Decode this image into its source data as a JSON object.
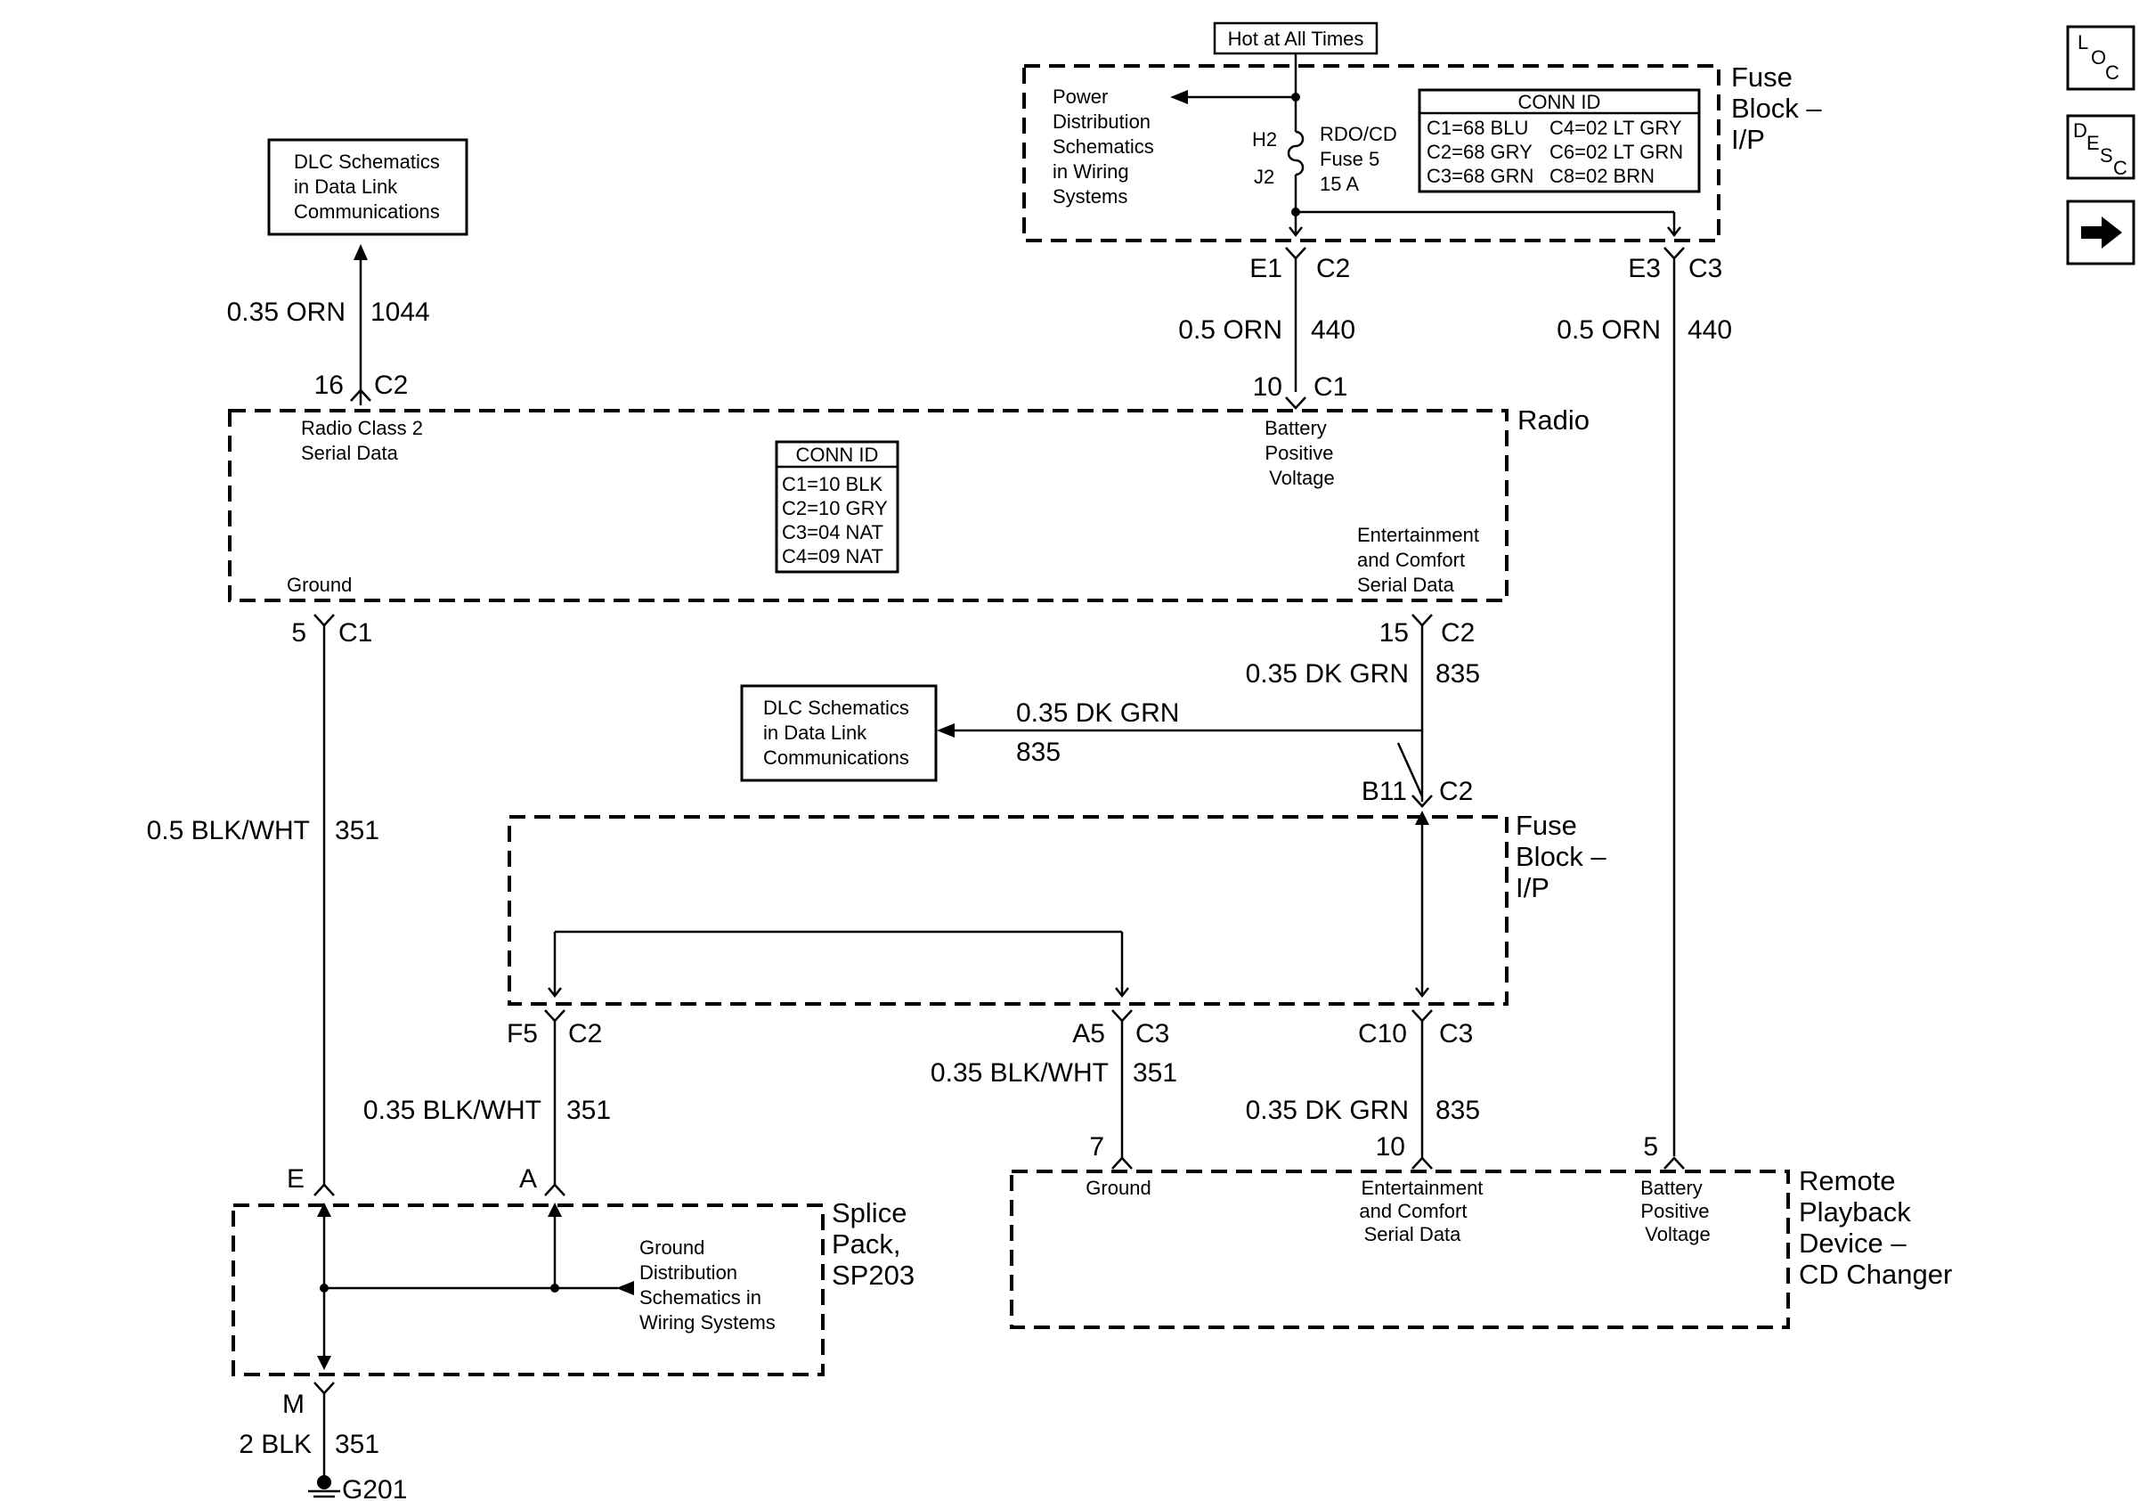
{
  "top_label": "Hot at All Times",
  "fuse_block_top": {
    "name_lines": [
      "Fuse",
      "Block –",
      "I/P"
    ],
    "power_dist_lines": [
      "Power",
      "Distribution",
      "Schematics",
      "in Wiring",
      "Systems"
    ],
    "fuse_pin_top": "H2",
    "fuse_pin_bottom": "J2",
    "fuse_name_lines": [
      "RDO/CD",
      "Fuse 5",
      "15 A"
    ],
    "conn_id_title": "CONN ID",
    "conn_id_rows": [
      [
        "C1=68 BLU",
        "C4=02 LT GRY"
      ],
      [
        "C2=68 GRY",
        "C6=02 LT GRN"
      ],
      [
        "C3=68 GRN",
        "C8=02 BRN"
      ]
    ],
    "out_pin_1": "E1",
    "out_conn_1": "C2",
    "out_pin_2": "E3",
    "out_conn_2": "C3"
  },
  "dlc_top": {
    "lines": [
      "DLC Schematics",
      "in Data Link",
      "Communications"
    ]
  },
  "dlc_mid": {
    "lines": [
      "DLC Schematics",
      "in Data Link",
      "Communications"
    ]
  },
  "wires": {
    "w1044": {
      "gauge": "0.35 ORN",
      "circuit": "1044"
    },
    "w440a": {
      "gauge": "0.5 ORN",
      "circuit": "440"
    },
    "w440b": {
      "gauge": "0.5 ORN",
      "circuit": "440"
    },
    "w351a": {
      "gauge": "0.5 BLK/WHT",
      "circuit": "351"
    },
    "w835a": {
      "gauge": "0.35 DK GRN",
      "circuit": "835"
    },
    "w835branch": {
      "gauge": "0.35 DK GRN",
      "circuit": "835"
    },
    "w351b": {
      "gauge": "0.35 BLK/WHT",
      "circuit": "351"
    },
    "w351c": {
      "gauge": "0.35 BLK/WHT",
      "circuit": "351"
    },
    "w835b": {
      "gauge": "0.35 DK GRN",
      "circuit": "835"
    },
    "w351d": {
      "gauge": "2 BLK",
      "circuit": "351"
    }
  },
  "radio": {
    "name": "Radio",
    "pin_serial": "16",
    "conn_serial": "C2",
    "pin_batt": "10",
    "conn_batt": "C1",
    "serial_lines": [
      "Radio Class 2",
      "Serial Data"
    ],
    "batt_lines": [
      "Battery",
      "Positive",
      "Voltage"
    ],
    "ent_lines": [
      "Entertainment",
      "and Comfort",
      "Serial Data"
    ],
    "ground_label": "Ground",
    "conn_id_title": "CONN ID",
    "conn_id_rows": [
      "C1=10 BLK",
      "C2=10 GRY",
      "C3=04 NAT",
      "C4=09 NAT"
    ],
    "pin_ground": "5",
    "conn_ground": "C1",
    "pin_ent": "15",
    "conn_ent": "C2"
  },
  "fuse_block_mid": {
    "name_lines": [
      "Fuse",
      "Block –",
      "I/P"
    ],
    "pin_b11": "B11",
    "conn_b11": "C2",
    "pin_f5": "F5",
    "conn_f5": "C2",
    "pin_a5": "A5",
    "conn_a5": "C3",
    "pin_c10": "C10",
    "conn_c10": "C3"
  },
  "splice": {
    "name_lines": [
      "Splice",
      "Pack,",
      "SP203"
    ],
    "pin_e": "E",
    "pin_a": "A",
    "pin_m": "M",
    "ground_dist_lines": [
      "Ground",
      "Distribution",
      "Schematics in",
      "Wiring Systems"
    ]
  },
  "cd_changer": {
    "name_lines": [
      "Remote",
      "Playback",
      "Device –",
      "CD Changer"
    ],
    "pin_ground": "7",
    "pin_ent": "10",
    "pin_batt": "5",
    "ground_label": "Ground",
    "ent_lines": [
      "Entertainment",
      "and Comfort",
      "Serial Data"
    ],
    "batt_lines": [
      "Battery",
      "Positive",
      "Voltage"
    ]
  },
  "ground_point": "G201",
  "nav": {
    "loc": [
      "L",
      "O",
      "C"
    ],
    "desc": [
      "D",
      "E",
      "S",
      "C"
    ]
  }
}
